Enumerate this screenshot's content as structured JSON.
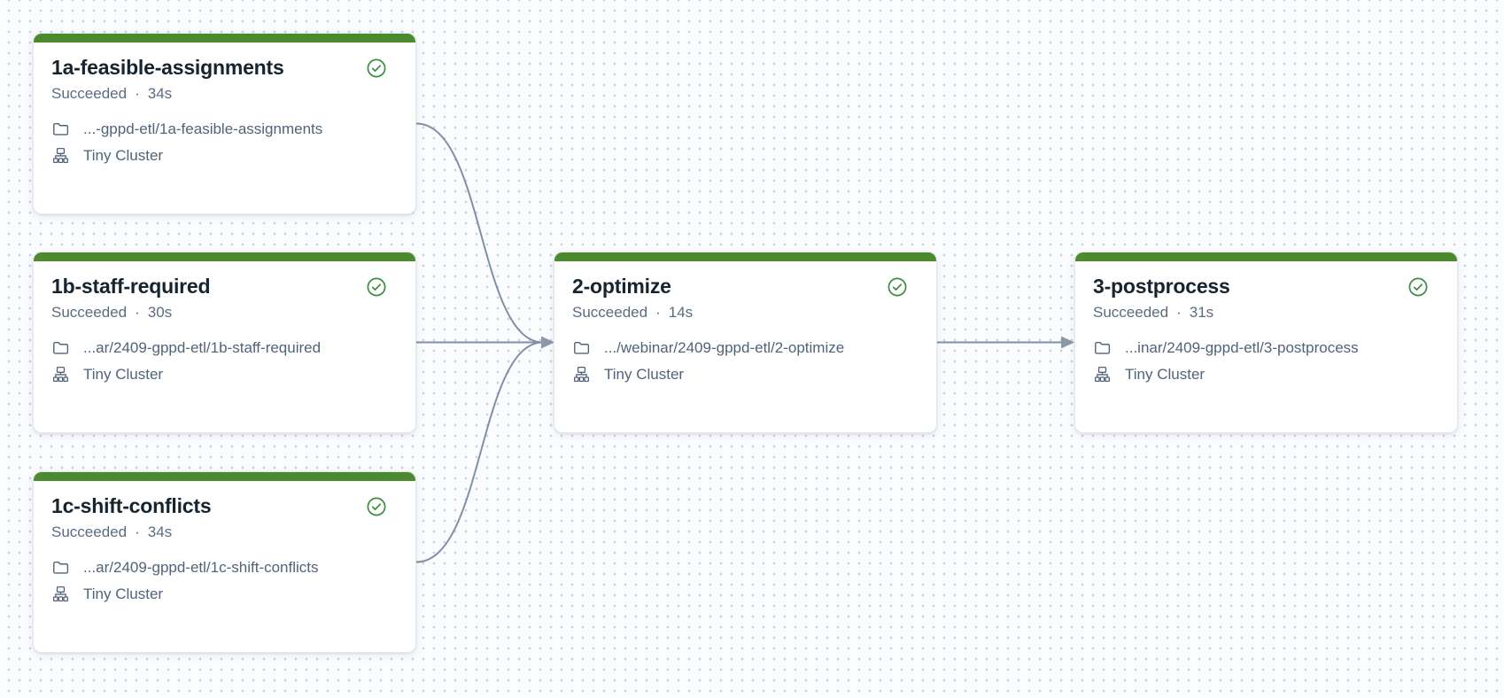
{
  "canvas": {
    "background_color": "#fbfcfe",
    "dot_color": "#c9d2e4"
  },
  "colors": {
    "node_bar_green": "#4c8b2d",
    "check_green": "#3c8c40",
    "edge_gray": "#8290a6",
    "title_color": "#16242f",
    "meta_text_color": "#51637a"
  },
  "separator": "·",
  "nodes": [
    {
      "id": "1a-feasible-assignments",
      "title": "1a-feasible-assignments",
      "status": "Succeeded",
      "duration": "34s",
      "path": "...-gppd-etl/1a-feasible-assignments",
      "cluster": "Tiny Cluster",
      "state_icon": "check-circle"
    },
    {
      "id": "1b-staff-required",
      "title": "1b-staff-required",
      "status": "Succeeded",
      "duration": "30s",
      "path": "...ar/2409-gppd-etl/1b-staff-required",
      "cluster": "Tiny Cluster",
      "state_icon": "check-circle"
    },
    {
      "id": "1c-shift-conflicts",
      "title": "1c-shift-conflicts",
      "status": "Succeeded",
      "duration": "34s",
      "path": "...ar/2409-gppd-etl/1c-shift-conflicts",
      "cluster": "Tiny Cluster",
      "state_icon": "check-circle"
    },
    {
      "id": "2-optimize",
      "title": "2-optimize",
      "status": "Succeeded",
      "duration": "14s",
      "path": ".../webinar/2409-gppd-etl/2-optimize",
      "cluster": "Tiny Cluster",
      "state_icon": "check-circle"
    },
    {
      "id": "3-postprocess",
      "title": "3-postprocess",
      "status": "Succeeded",
      "duration": "31s",
      "path": "...inar/2409-gppd-etl/3-postprocess",
      "cluster": "Tiny Cluster",
      "state_icon": "check-circle"
    }
  ],
  "edges": [
    {
      "source": "1a-feasible-assignments",
      "target": "2-optimize"
    },
    {
      "source": "1b-staff-required",
      "target": "2-optimize"
    },
    {
      "source": "1c-shift-conflicts",
      "target": "2-optimize"
    },
    {
      "source": "2-optimize",
      "target": "3-postprocess"
    }
  ]
}
